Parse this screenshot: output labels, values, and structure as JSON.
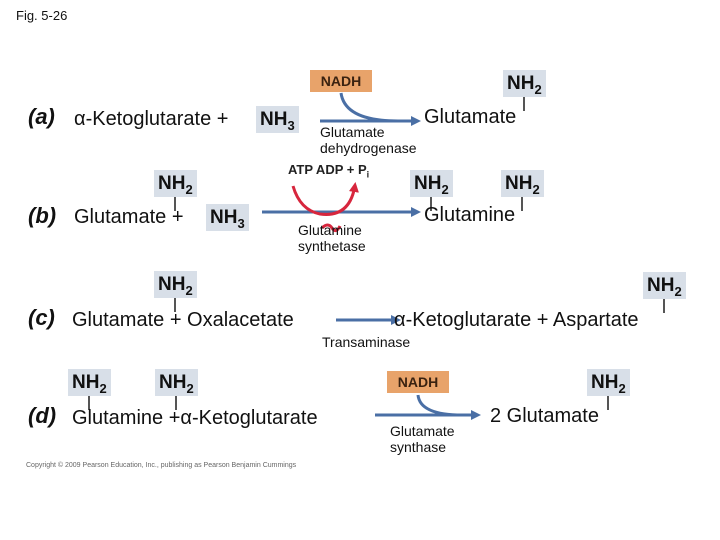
{
  "figure": {
    "label": "Fig. 5-26"
  },
  "nh2": {
    "main": "NH",
    "sub": "2"
  },
  "nh3": {
    "main": "NH",
    "sub": "3"
  },
  "rows": {
    "a": {
      "label": "(a)",
      "alpha": "α",
      "reactant": "-Ketoglutarate +",
      "cofactor": "NADH",
      "enzyme_line1": "Glutamate",
      "enzyme_line2": "dehydrogenase",
      "product": "Glutamate"
    },
    "b": {
      "label": "(b)",
      "reactant": "Glutamate +",
      "atp_text": "ATP ADP + P",
      "atp_sub": "i",
      "enzyme_line1": "Glutamine",
      "enzyme_line2": "synthetase",
      "product": "Glutamine"
    },
    "c": {
      "label": "(c)",
      "reactants": "Glutamate + Oxalacetate",
      "alpha": "α",
      "products": "-Ketoglutarate + Aspartate",
      "enzyme": "Transaminase"
    },
    "d": {
      "label": "(d)",
      "reactant_part": "Glutamine +",
      "alpha": "α",
      "reactant_rest": "-Ketoglutarate",
      "cofactor": "NADH",
      "enzyme_line1": "Glutamate",
      "enzyme_line2": "synthase",
      "product": "2 Glutamate"
    }
  },
  "copyright": "Copyright © 2009 Pearson Education, Inc., publishing as Pearson Benjamin Cummings",
  "colors": {
    "nh_box": "#d8dfe8",
    "nadh_box": "#e8a36a",
    "atp_arrow": "#d7263d",
    "arrow": "#4a6fa5"
  }
}
